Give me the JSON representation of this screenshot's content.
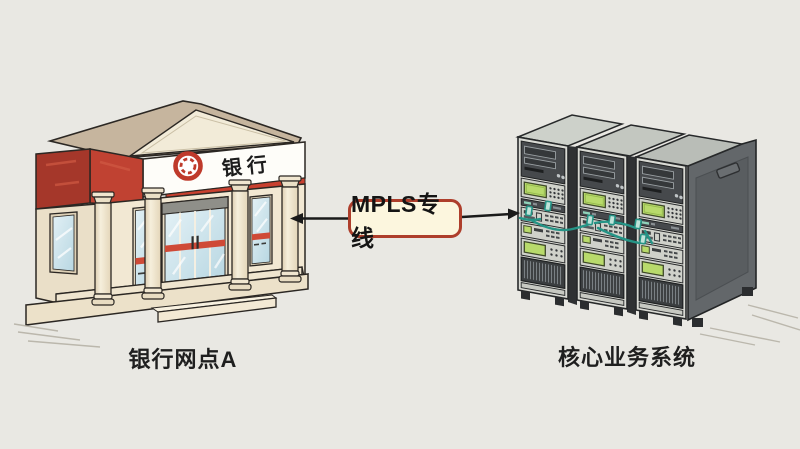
{
  "scene": {
    "background_color": "#e9e8e3",
    "bank": {
      "sign_text": "银行",
      "caption": "银行网点A",
      "accent_red": "#c0392b",
      "logo_icon": "red-ring-coin-emblem"
    },
    "link": {
      "label": "MPLS专线",
      "box_fill": "#fcf6de",
      "box_border": "#ae3e2b",
      "arrow_style": "double-headed-black"
    },
    "core_system": {
      "caption": "核心业务系统",
      "rack_count": 3,
      "cable_color": "#259486",
      "lcd_color": "#b8da6b"
    }
  }
}
